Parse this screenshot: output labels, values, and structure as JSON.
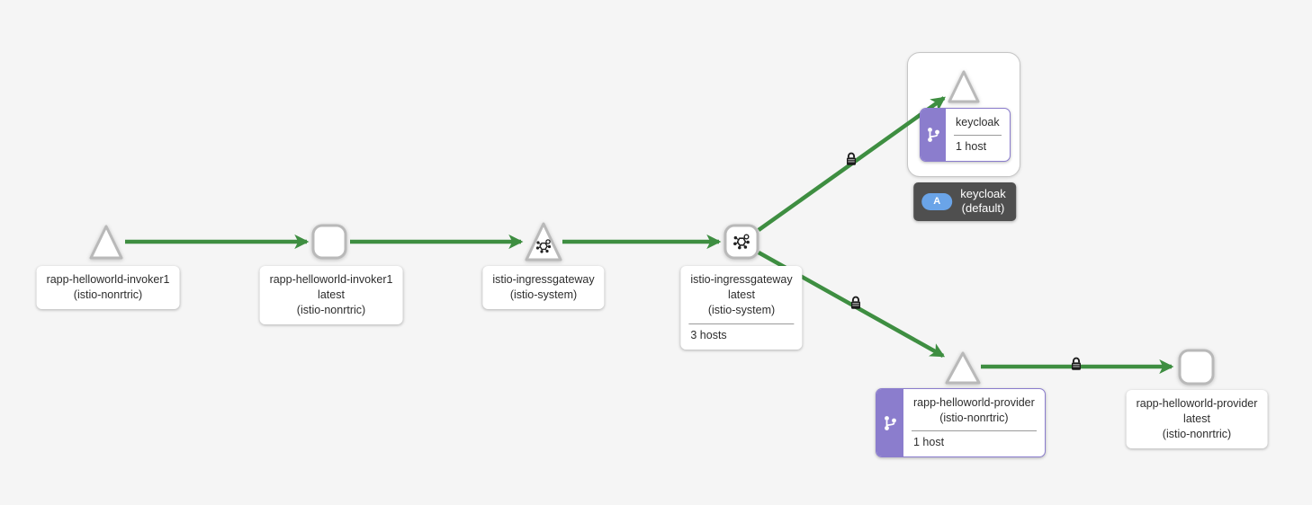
{
  "colors": {
    "bg": "#f5f5f5",
    "edge-green": "#3e8e41",
    "node-border": "#b9b9b9",
    "purple": "#8b7dcd",
    "group-label-bg": "#4f4f4f",
    "badge-blue": "#6aa4e8",
    "label-text": "#2d2d2d"
  },
  "icons": {
    "gateway": "gateway-icon",
    "virtual_service": "code-branch-icon",
    "mtls": "lock-icon"
  },
  "nodes": {
    "invoker1_app": {
      "lines": [
        "rapp-helloworld-invoker1",
        "(istio-nonrtric)"
      ]
    },
    "invoker1_workload": {
      "lines": [
        "rapp-helloworld-invoker1",
        "latest",
        "(istio-nonrtric)"
      ]
    },
    "ingressgateway_app": {
      "lines": [
        "istio-ingressgateway",
        "(istio-system)"
      ]
    },
    "ingressgateway_workload": {
      "lines": [
        "istio-ingressgateway",
        "latest",
        "(istio-system)"
      ],
      "hosts": "3 hosts"
    },
    "keycloak_service": {
      "name": "keycloak",
      "hosts": "1 host"
    },
    "keycloak_app_group": {
      "badge": "A",
      "lines": [
        "keycloak",
        "(default)"
      ]
    },
    "provider_app": {
      "lines": [
        "rapp-helloworld-provider",
        "(istio-nonrtric)"
      ],
      "hosts": "1 host"
    },
    "provider_workload": {
      "lines": [
        "rapp-helloworld-provider",
        "latest",
        "(istio-nonrtric)"
      ]
    }
  }
}
